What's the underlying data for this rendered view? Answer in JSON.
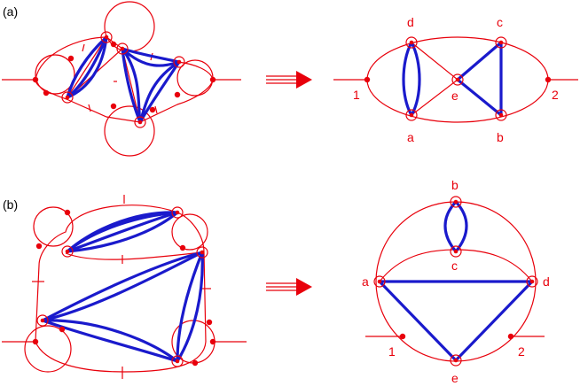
{
  "colors": {
    "red": "#e8000b",
    "blue": "#1a1acc",
    "black": "#000000"
  },
  "panels": [
    {
      "id": "a",
      "label": "(a)",
      "result_vertices": [
        "d",
        "c",
        "e",
        "a",
        "b"
      ],
      "external_legs": [
        "1",
        "2"
      ]
    },
    {
      "id": "b",
      "label": "(b)",
      "result_vertices": [
        "b",
        "c",
        "a",
        "d",
        "e"
      ],
      "external_legs": [
        "1",
        "2"
      ]
    }
  ]
}
